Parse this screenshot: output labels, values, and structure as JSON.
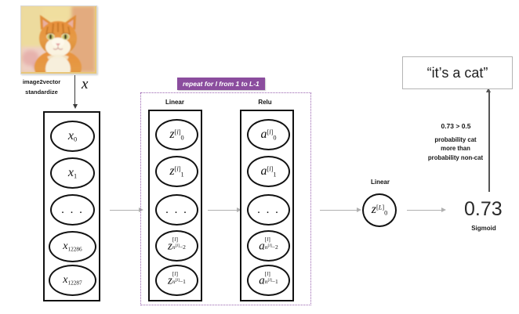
{
  "diagram": {
    "title": "deep-neural-network-forward-pass",
    "input_photo": {
      "name": "cat-photo",
      "alt": "orange tabby cat photograph"
    },
    "preprocess": {
      "line1": "image2vector",
      "line2": "standardize",
      "vector_symbol": "x"
    },
    "input_layer": {
      "nodes": [
        {
          "base": "x",
          "sub": "0"
        },
        {
          "base": "x",
          "sub": "1"
        },
        {
          "base": "",
          "sub": "",
          "dots": ". . ."
        },
        {
          "base": "x",
          "sub": "12286"
        },
        {
          "base": "x",
          "sub": "12287"
        }
      ]
    },
    "repeat_block": {
      "banner": "repeat for l from 1 to L-1",
      "banner_color": "#8B4D9E",
      "border_color": "#9a63b0"
    },
    "hidden_linear": {
      "caption": "Linear",
      "nodes": [
        {
          "base": "z",
          "sup": "[l]",
          "sub": "0"
        },
        {
          "base": "z",
          "sup": "[l]",
          "sub": "1"
        },
        {
          "dots": ". . ."
        },
        {
          "base": "z",
          "sup": "[l]",
          "sub_n": "n",
          "sub_sup": "[l]",
          "sub_tail": "−2"
        },
        {
          "base": "z",
          "sup": "[l]",
          "sub_n": "n",
          "sub_sup": "[l]",
          "sub_tail": "−1"
        }
      ]
    },
    "hidden_relu": {
      "caption": "Relu",
      "nodes": [
        {
          "base": "a",
          "sup": "[l]",
          "sub": "0"
        },
        {
          "base": "a",
          "sup": "[l]",
          "sub": "1"
        },
        {
          "dots": ". . ."
        },
        {
          "base": "a",
          "sup": "[l]",
          "sub_n": "n",
          "sub_sup": "[l]",
          "sub_tail": "−2"
        },
        {
          "base": "a",
          "sup": "[l]",
          "sub_n": "n",
          "sub_sup": "[l]",
          "sub_tail": "−1"
        }
      ]
    },
    "output_linear": {
      "caption": "Linear",
      "node": {
        "base": "z",
        "sup": "[L]",
        "sub": "0"
      }
    },
    "output": {
      "value": "0.73",
      "activation_label": "Sigmoid"
    },
    "decision": {
      "headline": "0.73 > 0.5",
      "body": "probability cat\nmore than\nprobability non-cat"
    },
    "verdict": {
      "text": "“it’s a cat”"
    }
  }
}
